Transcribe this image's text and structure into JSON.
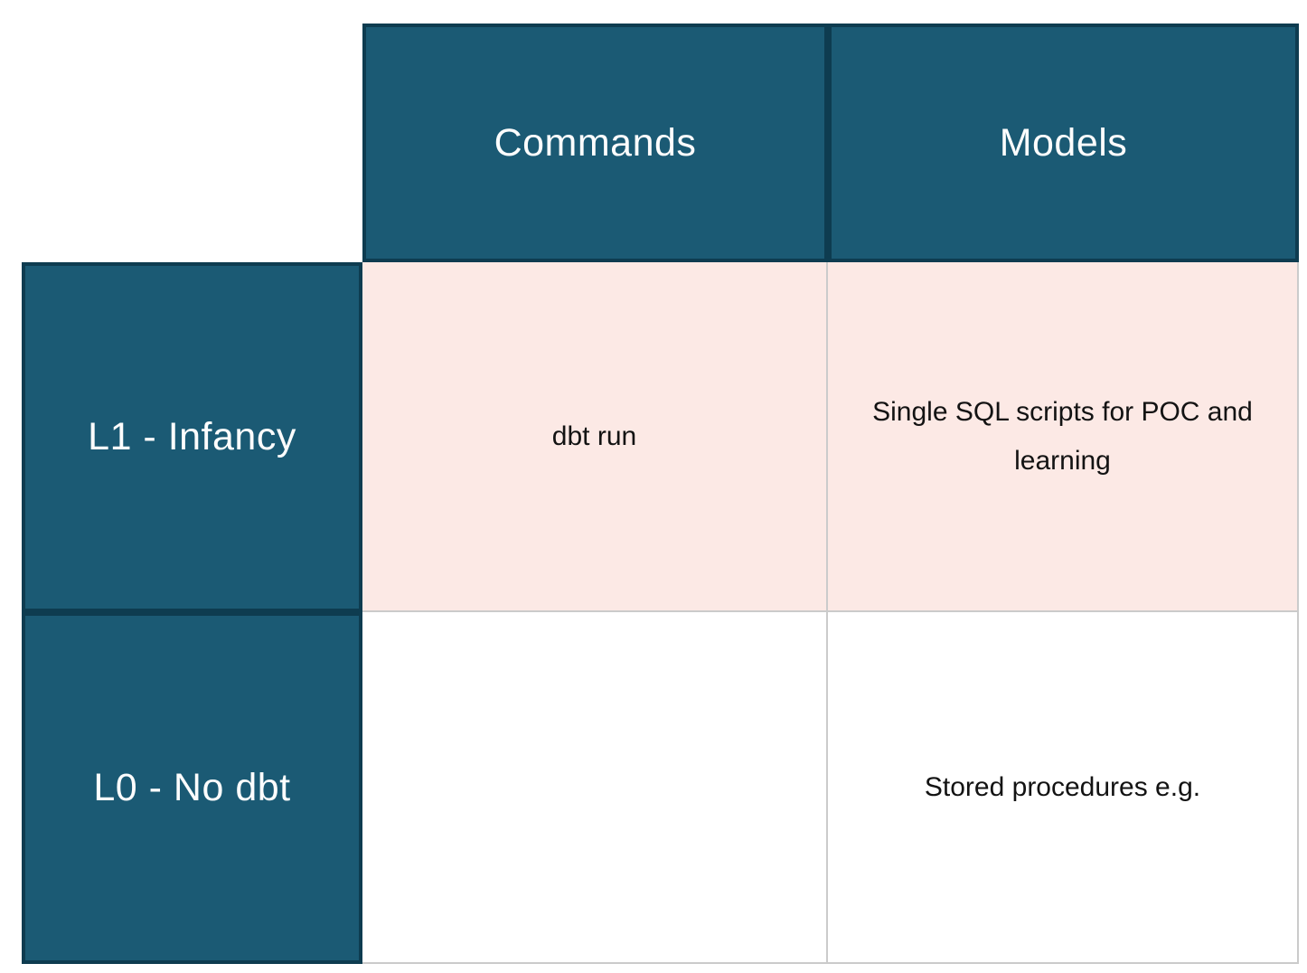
{
  "table": {
    "column_headers": [
      {
        "label": "Commands"
      },
      {
        "label": "Models"
      }
    ],
    "rows": [
      {
        "header": "L1 - Infancy",
        "highlighted": true,
        "cells": {
          "commands": "dbt run",
          "models": "Single SQL scripts for POC and learning"
        }
      },
      {
        "header": "L0 - No dbt",
        "highlighted": false,
        "cells": {
          "commands": "",
          "models": "Stored procedures e.g."
        }
      }
    ],
    "colors": {
      "header_fill": "#1B5A74",
      "header_border": "#0E3C50",
      "header_text": "#FDFDFD",
      "highlight_row_fill": "#FCE9E5",
      "default_row_fill": "#FFFFFF",
      "gridline": "#CBCBCB",
      "cell_text": "#131313",
      "page_background": "#FFFFFF"
    }
  }
}
